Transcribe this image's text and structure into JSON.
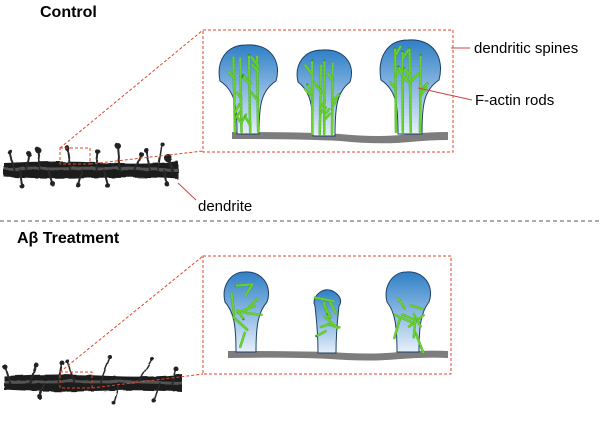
{
  "panels": [
    {
      "id": "control",
      "title": "Control",
      "labels": {
        "spines": "dendritic spines",
        "actin": "F-actin rods",
        "dendrite": "dendrite"
      }
    },
    {
      "id": "abeta",
      "title": "Aβ Treatment",
      "labels": {}
    }
  ],
  "colors": {
    "spine_top": "#2f7fc6",
    "spine_bottom": "#e6f0fb",
    "actin": "#6ad12f",
    "actin_dark": "#2f8a1a",
    "zoom_lines": "#e0462a",
    "dendrite_bar": "#7d7d7d",
    "separator": "#555555"
  },
  "icons": {
    "spine": "dendritic-spine-shape",
    "actin": "actin-rod-bead"
  }
}
